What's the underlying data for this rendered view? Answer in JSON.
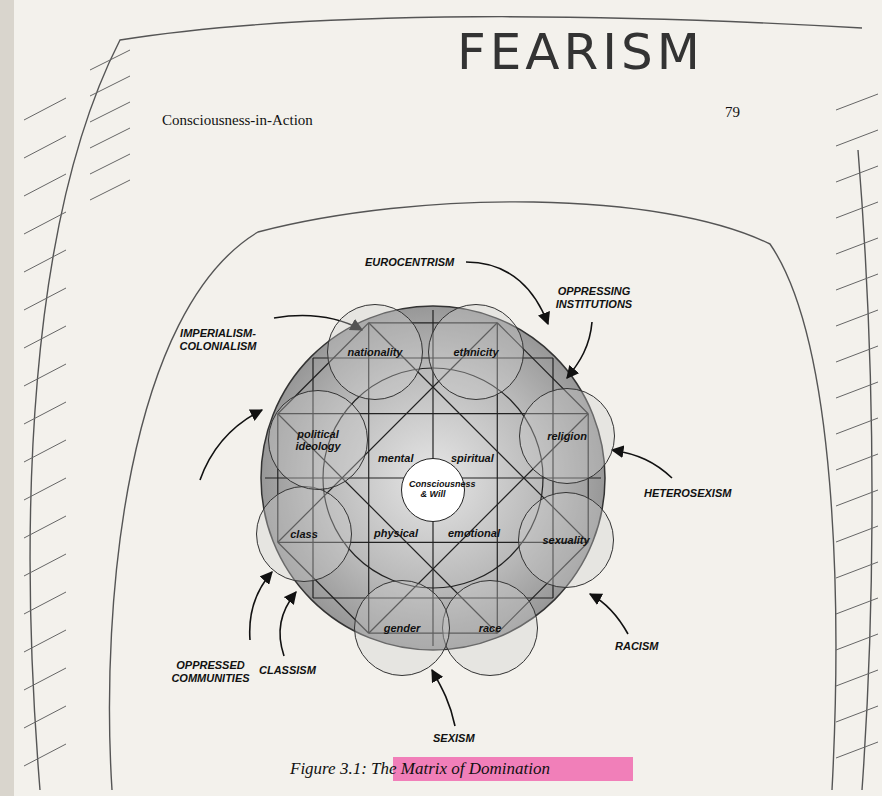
{
  "diagram": {
    "caption": "Figure 3.1: The Matrix of Domination",
    "nodes": [
      {
        "text": [
          "nationality"
        ]
      },
      {
        "text": [
          "ethnicity"
        ]
      },
      {
        "text": [
          "religion"
        ]
      },
      {
        "text": [
          "sexuality"
        ]
      },
      {
        "text": [
          "race"
        ]
      },
      {
        "text": [
          "gender"
        ]
      },
      {
        "text": [
          "class"
        ]
      },
      {
        "text": [
          "political ideology"
        ]
      },
      {
        "text": [
          "Consciousness & Will"
        ]
      }
    ],
    "labels": [
      "FEARISM",
      "Consciousness-in-Action",
      "79",
      "EUROCENTRISM",
      "OPPRESSING INSTITUTIONS",
      "IMPERIALISM-COLONIALISM",
      "HETEROSEXISM",
      "RACISM",
      "SEXISM",
      "CLASSISM",
      "OPPRESSED COMMUNITIES",
      "mental",
      "spiritual",
      "physical",
      "emotional"
    ]
  }
}
